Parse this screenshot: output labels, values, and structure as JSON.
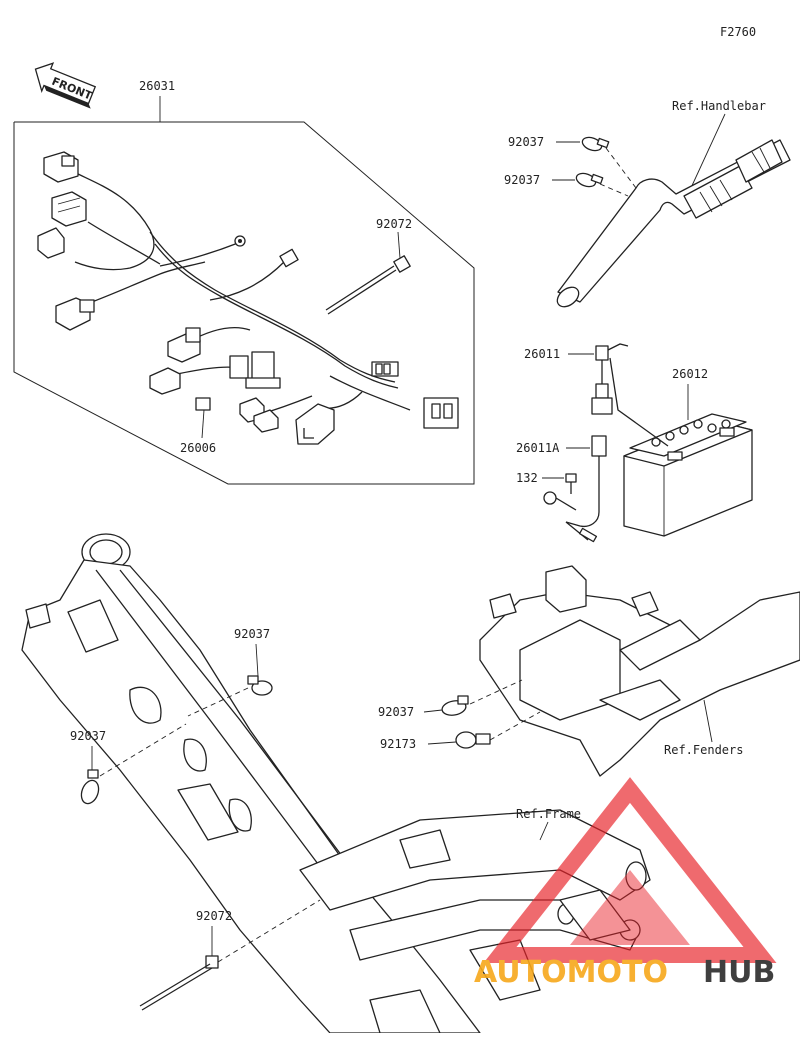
{
  "figure_id": "F2760",
  "front_label": "FRONT",
  "brand": {
    "part1": "AUTOMOTO",
    "part2": "HUB",
    "color_primary": "#f7a81b",
    "color_dark": "#2b2b2b",
    "triangle_color": "#e8232a"
  },
  "parts": {
    "harness": "26031",
    "fuse": "26006",
    "band_harness": "92072",
    "clamp_bar1": "92037",
    "clamp_bar2": "92037",
    "lead_pos": "26011",
    "battery": "26012",
    "lead_neg": "26011A",
    "bolt": "132",
    "clamp_frame1": "92037",
    "clamp_frame2": "92037",
    "clamp_case": "92037",
    "clamp_case2": "92173",
    "band_frame": "92072"
  },
  "refs": {
    "handlebar": "Ref.Handlebar",
    "fenders": "Ref.Fenders",
    "frame": "Ref.Frame"
  }
}
